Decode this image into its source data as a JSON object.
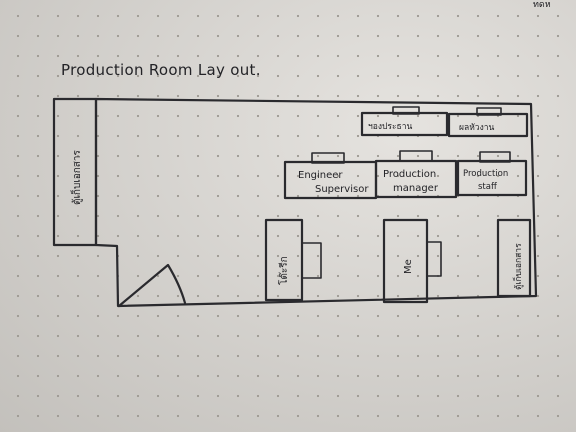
{
  "corner_note": "ทดห",
  "title": "Production Room Lay out.",
  "desks": {
    "top_left": "ฯองประธาน",
    "top_right": "ผลหัวงาน",
    "engineer_line1": "Engineer",
    "engineer_line2": "Supervisor",
    "production_manager_line1": "Production",
    "production_manager_line2": "manager",
    "production_staff_line1": "Production",
    "production_staff_line2": "staff"
  },
  "cabinets": {
    "left": "ตู้เก็บเอกสาร",
    "right": "ตู้เก็บเอกสาร"
  },
  "work_tables": {
    "left": "โต๊ะรีก",
    "middle": "Me"
  }
}
